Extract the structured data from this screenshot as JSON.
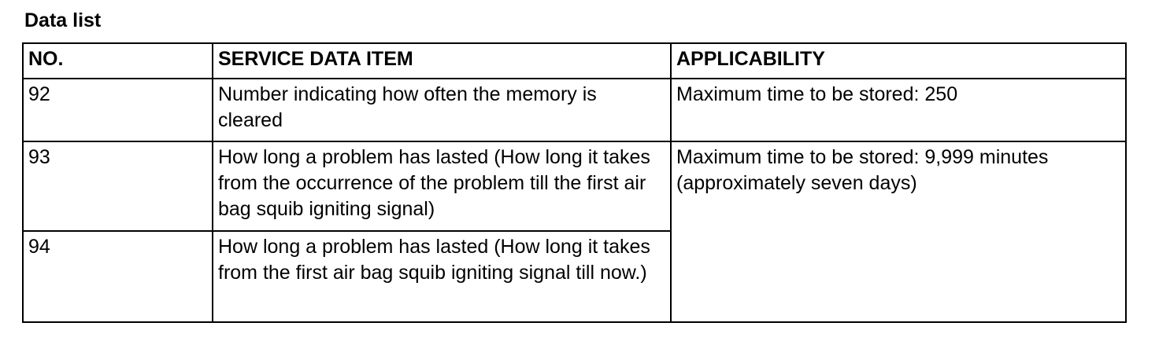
{
  "title": "Data list",
  "table": {
    "headers": [
      "NO.",
      "SERVICE DATA ITEM",
      "APPLICABILITY"
    ],
    "rows": [
      {
        "no": "92",
        "item": "Number indicating how often the memory is cleared",
        "applicability": "Maximum time to be stored: 250"
      },
      {
        "no": "93",
        "item": "How long a problem has lasted (How long it takes from the occurrence of the problem till the first air bag squib igniting signal)",
        "applicability": "Maximum time to be stored: 9,999 minutes (approximately seven days)"
      },
      {
        "no": "94",
        "item": "How long a problem has lasted (How long it takes from the first air bag squib igniting signal till now.)"
      }
    ]
  }
}
